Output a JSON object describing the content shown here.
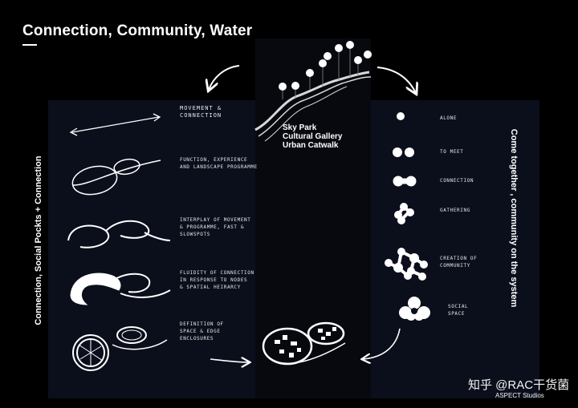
{
  "title": "Connection, Community, Water",
  "left_vertical": "Connection, Social Pockts + Connection",
  "right_vertical": "Come together , community on the system",
  "center_labels": [
    "Sky Park",
    "Cultural Gallery",
    "Urban Catwalk"
  ],
  "left_notes": [
    "Movement &\nconnection",
    "Function, experience\nand landscape programme",
    "Interplay of movement\n& programme, fast &\nslowspots",
    "Fluidity of connection\nin response to nodes\n& spatial heirarcy",
    "Definition of\nspace & edge\nenclosures"
  ],
  "right_notes": [
    "alone",
    "to meet",
    "connection",
    "gathering",
    "creation of\ncommunity",
    "social\nspace"
  ],
  "watermark": "知乎 @RAC干货菌",
  "credit": "ASPECT Studios",
  "colors": {
    "background": "#000000",
    "panel": "#0b0f1c",
    "ink": "#ffffff"
  }
}
